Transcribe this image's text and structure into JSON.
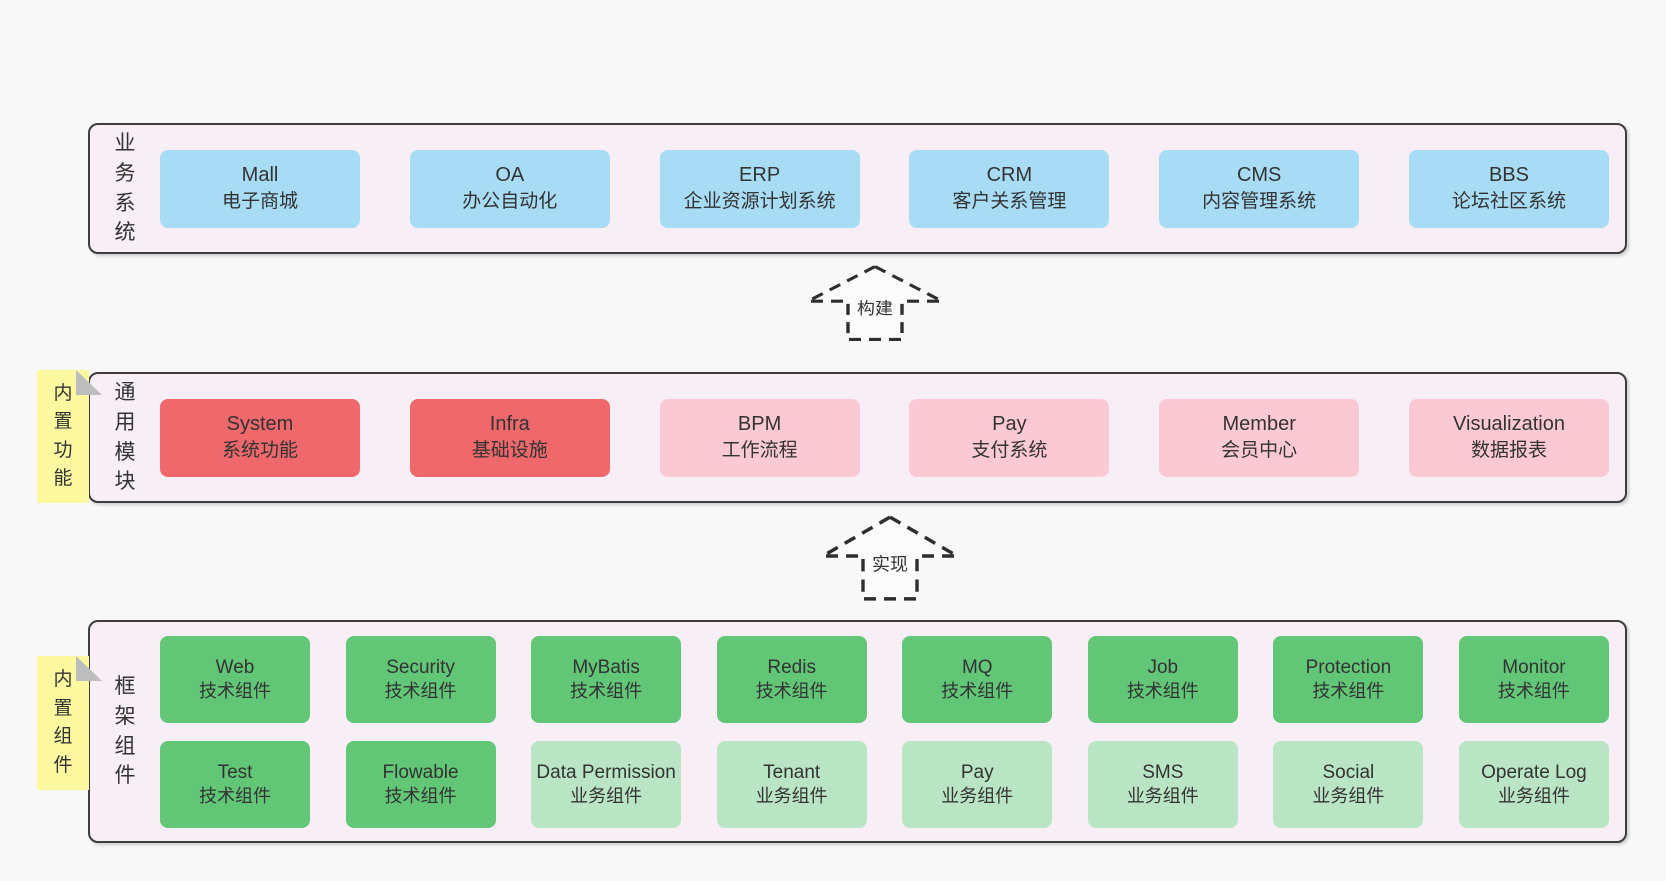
{
  "page": {
    "background": "#f8f8f8"
  },
  "palette": {
    "panel_fill": "#f8eef6",
    "panel_border": "#3e3e3e",
    "business_box_blue": "#a8dcf5",
    "module_box_red": "#ef686c",
    "module_box_pink": "#fbc9d4",
    "component_box_green": "#62c677",
    "component_box_light_green": "#bae5c5",
    "sticky_yellow": "#fbf8a0",
    "sticky_fold_gray": "#bdbdbd",
    "text": "#333333"
  },
  "arrows": [
    {
      "label": "构建"
    },
    {
      "label": "实现"
    }
  ],
  "rows": [
    {
      "label": "业务系统",
      "boxes": [
        {
          "title": "Mall",
          "subtitle": "电子商城"
        },
        {
          "title": "OA",
          "subtitle": "办公自动化"
        },
        {
          "title": "ERP",
          "subtitle": "企业资源计划系统"
        },
        {
          "title": "CRM",
          "subtitle": "客户关系管理"
        },
        {
          "title": "CMS",
          "subtitle": "内容管理系统"
        },
        {
          "title": "BBS",
          "subtitle": "论坛社区系统"
        }
      ]
    },
    {
      "label": "通用模块",
      "sticky": "内置功能",
      "boxes": [
        {
          "title": "System",
          "subtitle": "系统功能",
          "variant": "red"
        },
        {
          "title": "Infra",
          "subtitle": "基础设施",
          "variant": "red"
        },
        {
          "title": "BPM",
          "subtitle": "工作流程",
          "variant": "pink"
        },
        {
          "title": "Pay",
          "subtitle": "支付系统",
          "variant": "pink"
        },
        {
          "title": "Member",
          "subtitle": "会员中心",
          "variant": "pink"
        },
        {
          "title": "Visualization",
          "subtitle": "数据报表",
          "variant": "pink"
        }
      ]
    },
    {
      "label": "框架组件",
      "sticky": "内置组件",
      "boxes_row1": [
        {
          "title": "Web",
          "subtitle": "技术组件",
          "variant": "green"
        },
        {
          "title": "Security",
          "subtitle": "技术组件",
          "variant": "green"
        },
        {
          "title": "MyBatis",
          "subtitle": "技术组件",
          "variant": "green"
        },
        {
          "title": "Redis",
          "subtitle": "技术组件",
          "variant": "green"
        },
        {
          "title": "MQ",
          "subtitle": "技术组件",
          "variant": "green"
        },
        {
          "title": "Job",
          "subtitle": "技术组件",
          "variant": "green"
        },
        {
          "title": "Protection",
          "subtitle": "技术组件",
          "variant": "green"
        },
        {
          "title": "Monitor",
          "subtitle": "技术组件",
          "variant": "green"
        }
      ],
      "boxes_row2": [
        {
          "title": "Test",
          "subtitle": "技术组件",
          "variant": "green"
        },
        {
          "title": "Flowable",
          "subtitle": "技术组件",
          "variant": "green"
        },
        {
          "title": "Data Permission",
          "subtitle": "业务组件",
          "variant": "light_green"
        },
        {
          "title": "Tenant",
          "subtitle": "业务组件",
          "variant": "light_green"
        },
        {
          "title": "Pay",
          "subtitle": "业务组件",
          "variant": "light_green"
        },
        {
          "title": "SMS",
          "subtitle": "业务组件",
          "variant": "light_green"
        },
        {
          "title": "Social",
          "subtitle": "业务组件",
          "variant": "light_green"
        },
        {
          "title": "Operate Log",
          "subtitle": "业务组件",
          "variant": "light_green"
        }
      ]
    }
  ]
}
